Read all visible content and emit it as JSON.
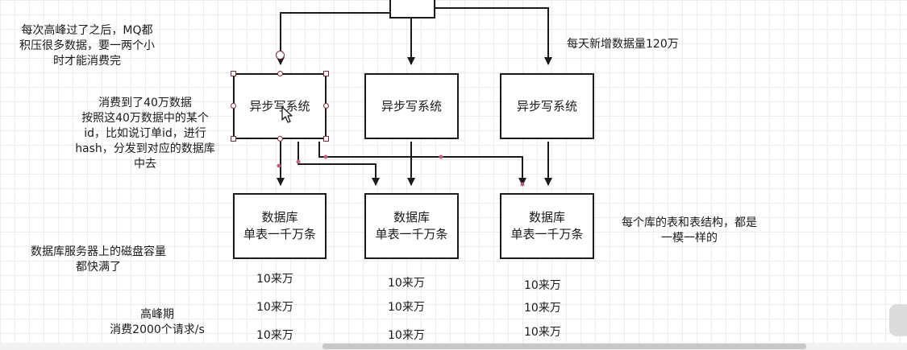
{
  "colors": {
    "stroke": "#1a1a1a",
    "selection": "#7a2a3a",
    "waypoint": "#c0607a",
    "grid": "#ececec"
  },
  "top_box_label": "",
  "async_systems": [
    {
      "label": "异步写系统"
    },
    {
      "label": "异步写系统"
    },
    {
      "label": "异步写系统"
    }
  ],
  "databases": [
    {
      "line1": "数据库",
      "line2": "单表一千万条"
    },
    {
      "line1": "数据库",
      "line2": "单表一千万条"
    },
    {
      "line1": "数据库",
      "line2": "单表一千万条"
    }
  ],
  "notes": {
    "mq_backlog": {
      "line1": "每次高峰过了之后，MQ都",
      "line2": "积压很多数据，要一两个小",
      "line3": "时才能消费完"
    },
    "daily_growth": "每天新增数据量120万",
    "consume": {
      "line1": "消费到了40万数据",
      "line2": "按照这40万数据中的某个",
      "line3": "id，比如说订单id，进行",
      "line4": "hash，分发到对应的数据库",
      "line5": "中去"
    },
    "same_schema": {
      "line1": "每个库的表和表结构，都是",
      "line2": "一模一样的"
    },
    "disk": {
      "line1": "数据库服务器上的磁盘容量",
      "line2": "都快满了"
    },
    "peak": {
      "line1": "高峰期",
      "line2": "消费2000个请求/s"
    }
  },
  "counts": {
    "col1": [
      "10来万",
      "10来万",
      "10来万"
    ],
    "col2": [
      "10来万",
      "10来万",
      "10来万"
    ],
    "col3": [
      "10来万",
      "10来万",
      "10来万"
    ]
  },
  "icons": {
    "cursor": "pointer-cursor-icon"
  }
}
